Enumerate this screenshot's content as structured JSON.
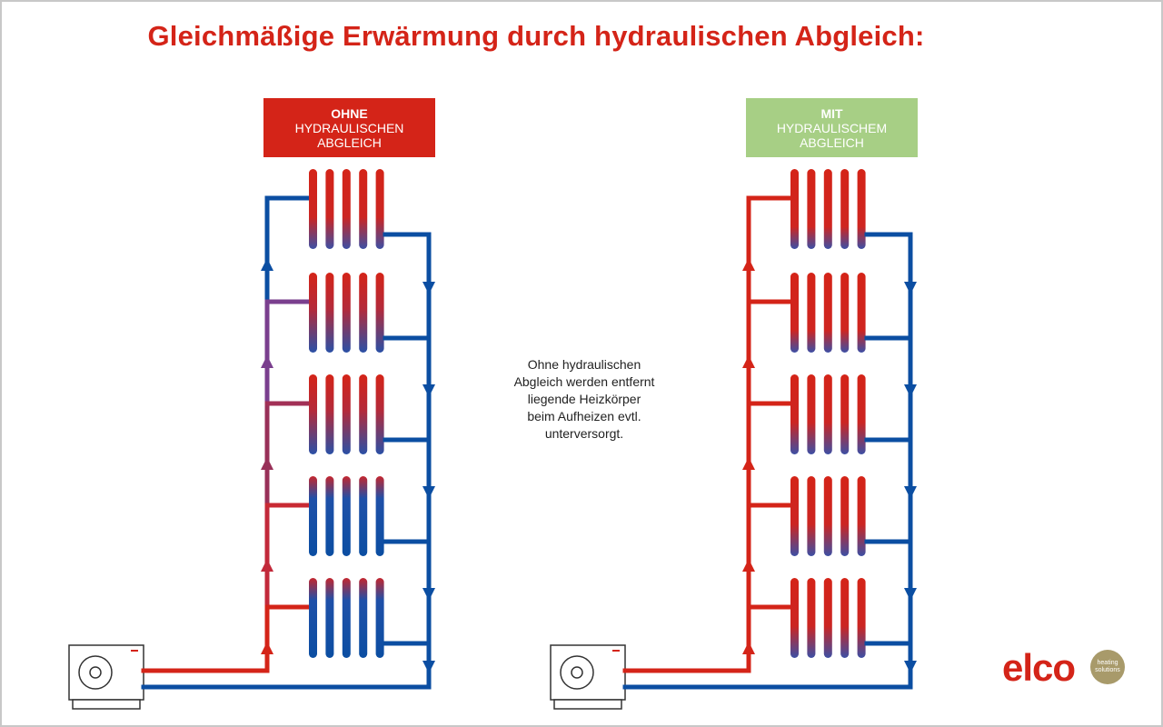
{
  "title": "Gleichmäßige Erwärmung durch hydraulischen Abgleich:",
  "left_panel": {
    "badge_line1": "OHNE",
    "badge_line2": "HYDRAULISCHEN",
    "badge_line3": "ABGLEICH",
    "badge_color": "#d42418"
  },
  "right_panel": {
    "badge_line1": "MIT",
    "badge_line2": "HYDRAULISCHEM",
    "badge_line3": "ABGLEICH",
    "badge_color": "#a7cf85"
  },
  "note": {
    "lines": [
      "Ohne hydraulischen",
      "Abgleich werden entfernt",
      "liegende Heizkörper",
      "beim Aufheizen evtl.",
      "unterversorgt."
    ]
  },
  "logo": {
    "word": "elco",
    "badge_line1": "heating",
    "badge_line2": "solutions"
  },
  "colors": {
    "hot": "#d42418",
    "cold": "#0b4ea2",
    "accent_green": "#a7cf85",
    "logo_gold": "#a89a6a"
  },
  "icons": [
    "heat-pump-icon",
    "radiator-icon",
    "flow-arrow-icon"
  ]
}
